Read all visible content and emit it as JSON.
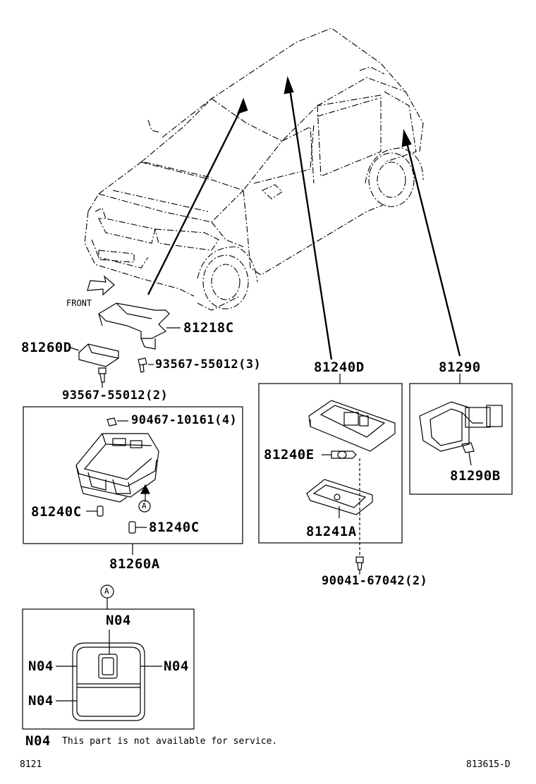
{
  "diagram": {
    "front_label": "FRONT",
    "parts": {
      "p81218C": "81218C",
      "p81260D": "81260D",
      "p93567_3": "93567-55012(3)",
      "p93567_2": "93567-55012(2)",
      "p81240D": "81240D",
      "p81290": "81290",
      "p90467": "90467-10161(4)",
      "p81240C_a": "81240C",
      "p81240C_b": "81240C",
      "p81260A": "81260A",
      "p81240E": "81240E",
      "p81241A": "81241A",
      "p90041": "90041-67042(2)",
      "p81290B": "81290B"
    },
    "ref_mark": "A",
    "n04_labels": {
      "top": "N04",
      "left": "N04",
      "right": "N04",
      "bottom_left": "N04"
    },
    "legend": {
      "code": "N04",
      "text": "This part is not available for service."
    },
    "footer": {
      "left": "8121",
      "right": "813615-D"
    }
  }
}
